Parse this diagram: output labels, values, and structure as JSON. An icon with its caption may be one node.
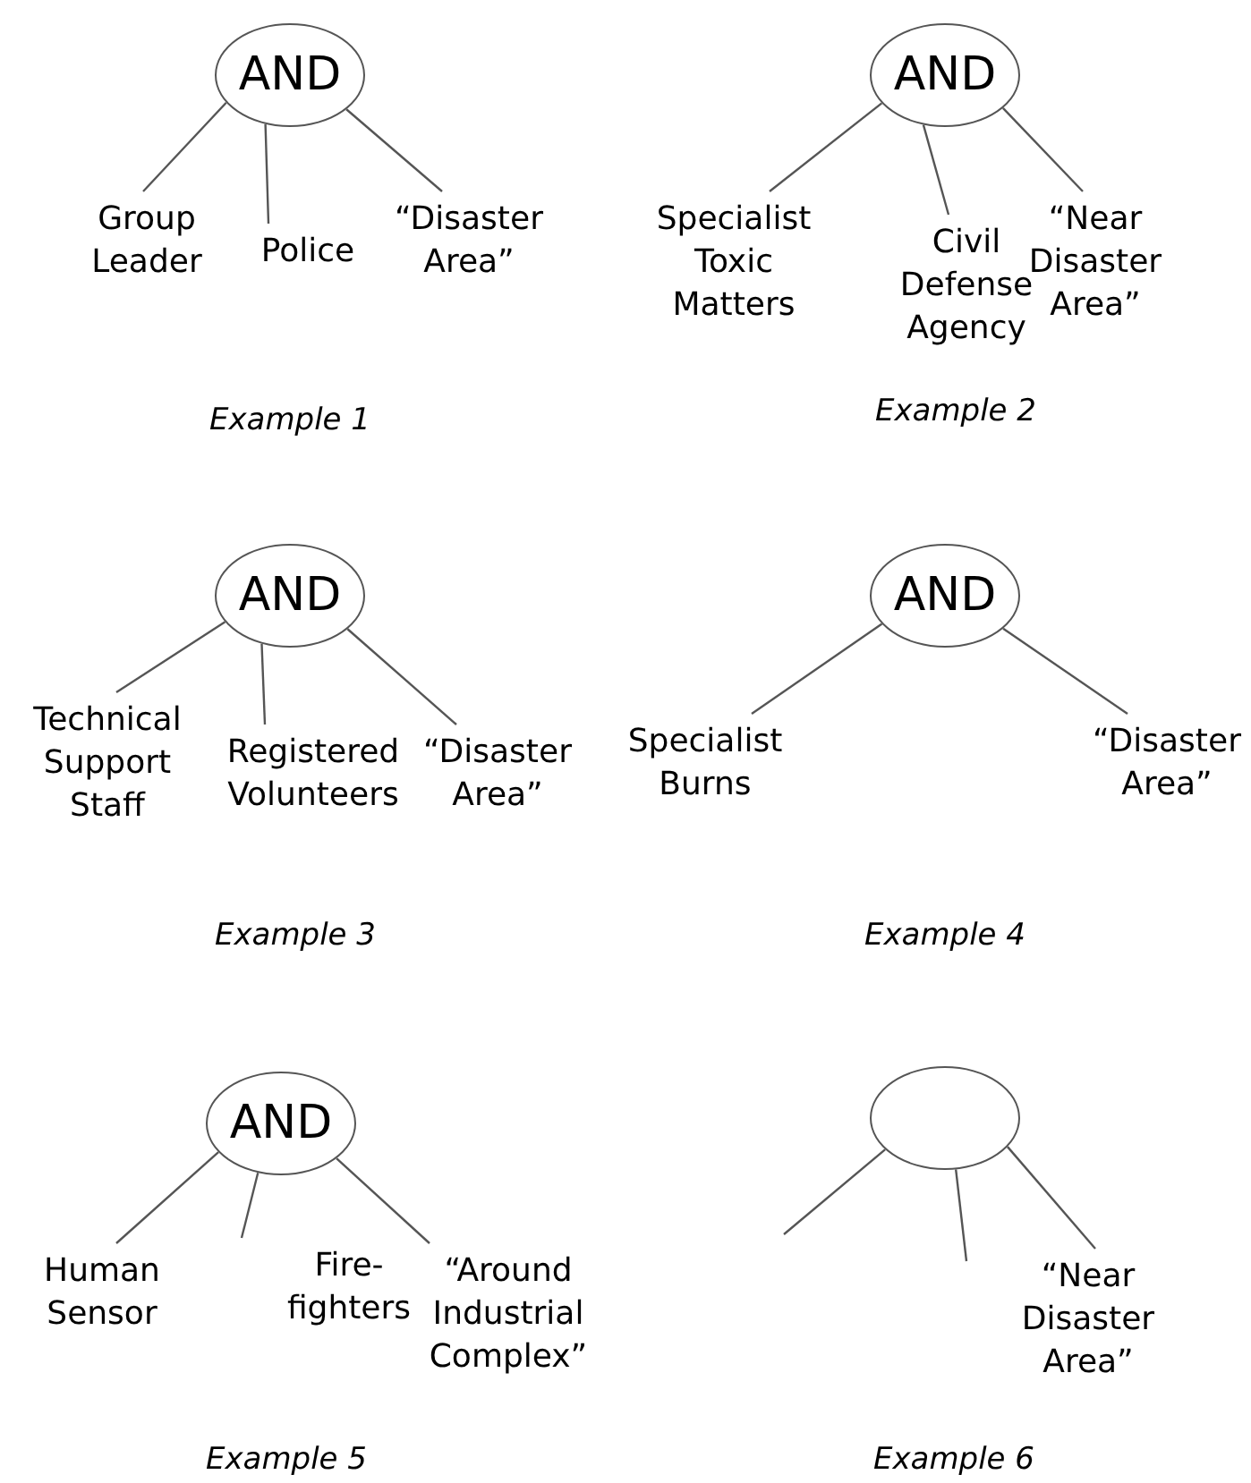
{
  "diagram": {
    "nodes": [
      {
        "text": [
          "AND"
        ]
      },
      {
        "text": [
          "Group Leader"
        ]
      },
      {
        "text": [
          "Police"
        ]
      },
      {
        "text": [
          "“Disaster Area”"
        ]
      },
      {
        "text": [
          "AND"
        ]
      },
      {
        "text": [
          "Specialist Toxic Matters"
        ]
      },
      {
        "text": [
          "Civil Defense Agency"
        ]
      },
      {
        "text": [
          "“Near Disaster Area”"
        ]
      },
      {
        "text": [
          "AND"
        ]
      },
      {
        "text": [
          "Technical Support Staff"
        ]
      },
      {
        "text": [
          "Registered Volunteers"
        ]
      },
      {
        "text": [
          "“Disaster Area”"
        ]
      },
      {
        "text": [
          "AND"
        ]
      },
      {
        "text": [
          "Specialist Burns"
        ]
      },
      {
        "text": [
          "“Disaster Area”"
        ]
      },
      {
        "text": [
          "AND"
        ]
      },
      {
        "text": [
          "Human Sensor"
        ]
      },
      {
        "text": [
          "Fire-fighters"
        ]
      },
      {
        "text": [
          "“Around Industrial Complex”"
        ]
      },
      {
        "text": [],
        "shape": "ellipse"
      },
      {
        "text": [
          "“Near Disaster Area”"
        ]
      }
    ],
    "edges": [
      {
        "from": 0,
        "to": 1,
        "arrow": "none"
      },
      {
        "from": 0,
        "to": 2,
        "arrow": "none"
      },
      {
        "from": 0,
        "to": 3,
        "arrow": "none"
      },
      {
        "from": 4,
        "to": 5,
        "arrow": "none"
      },
      {
        "from": 4,
        "to": 6,
        "arrow": "none"
      },
      {
        "from": 4,
        "to": 7,
        "arrow": "none"
      },
      {
        "from": 8,
        "to": 9,
        "arrow": "none"
      },
      {
        "from": 8,
        "to": 10,
        "arrow": "none"
      },
      {
        "from": 8,
        "to": 11,
        "arrow": "none"
      },
      {
        "from": 12,
        "to": 13,
        "arrow": "none"
      },
      {
        "from": 12,
        "to": 14,
        "arrow": "none"
      },
      {
        "from": 15,
        "to": 16,
        "arrow": "none"
      },
      {
        "from": 15,
        "to": 17,
        "arrow": "none"
      },
      {
        "from": 15,
        "to": 18,
        "arrow": "none"
      },
      {
        "from": 19,
        "to": null,
        "arrow": "none"
      },
      {
        "from": 19,
        "to": null,
        "arrow": "none"
      },
      {
        "from": 19,
        "to": 20,
        "arrow": "none"
      }
    ],
    "labels": [
      "Example 1",
      "Example 2",
      "Example 3",
      "Example 4",
      "Example 5",
      "Example 6"
    ]
  }
}
